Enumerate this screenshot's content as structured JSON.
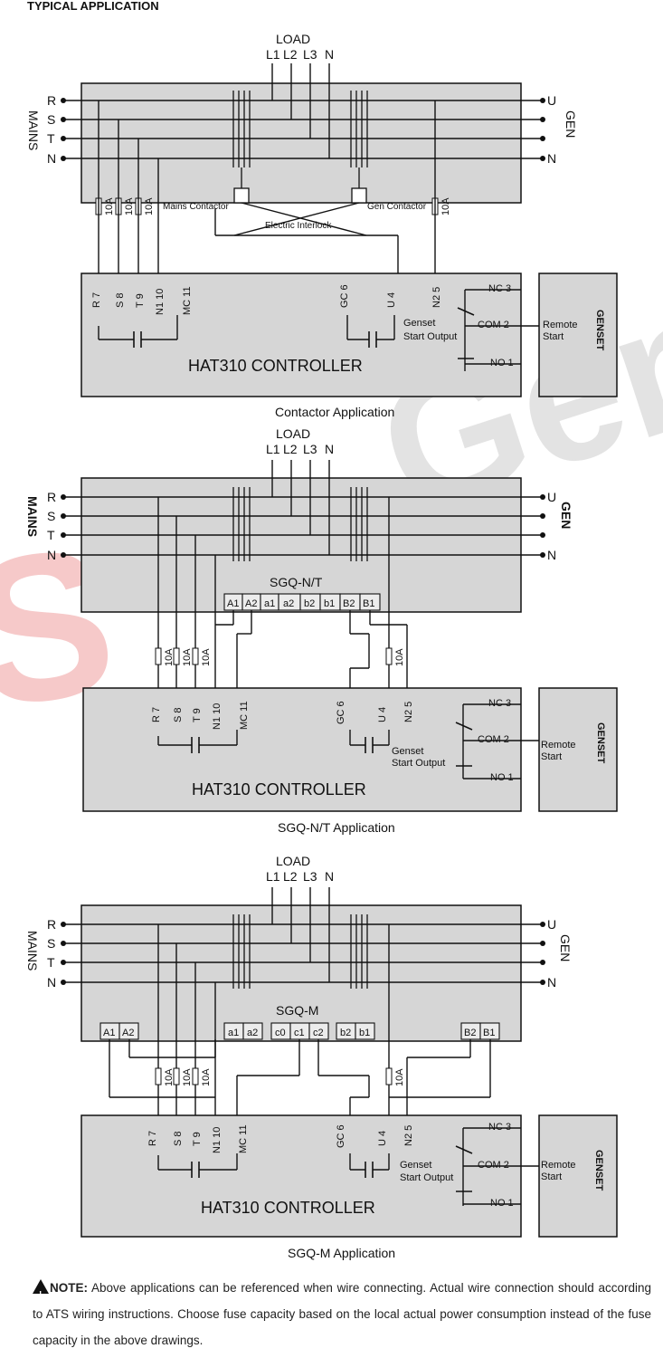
{
  "header": {
    "title": "TYPICAL APPLICATION"
  },
  "common": {
    "load": "LOAD",
    "load_phases": [
      "L1",
      "L2",
      "L3",
      "N"
    ],
    "mains_phases": [
      "R",
      "S",
      "T",
      "N"
    ],
    "gen_phases": [
      "U",
      "",
      "",
      "N"
    ],
    "mains": "MAINS",
    "gen": "GEN",
    "controller": "HAT310 CONTROLLER",
    "genset": "GENSET",
    "remote_start": [
      "Remote",
      "Start"
    ],
    "genset_start_output": [
      "Genset",
      "Start Output"
    ],
    "nc": "NC 3",
    "com": "COM 2",
    "no": "NO 1",
    "fuse": "10A",
    "terminals_mains": [
      "R 7",
      "S 8",
      "T 9",
      "N1 10",
      "MC 11"
    ],
    "terminals_gen": [
      "GC 6",
      "U 4",
      "N2 5"
    ]
  },
  "diagrams": [
    {
      "caption": "Contactor Application",
      "mains_contactor": "Mains Contactor",
      "gen_contactor": "Gen Contactor",
      "interlock": "Electric Interlock"
    },
    {
      "caption": "SGQ-N/T Application",
      "switch_name": "SGQ-N/T",
      "aux_terminals": [
        "A1",
        "A2",
        "a1",
        "a2",
        "b2",
        "b1",
        "B2",
        "B1"
      ]
    },
    {
      "caption": "SGQ-M Application",
      "switch_name": "SGQ-M",
      "aux_left": [
        "A1",
        "A2"
      ],
      "aux_mid": [
        "a1",
        "a2",
        "c0",
        "c1",
        "c2",
        "b2",
        "b1"
      ],
      "aux_right": [
        "B2",
        "B1"
      ]
    }
  ],
  "note": {
    "label": "NOTE:",
    "text": "Above applications can be referenced when wire connecting. Actual wire connection should according to ATS wiring instructions. Choose fuse capacity based on the local actual power consumption instead of the fuse capacity in the above drawings."
  },
  "watermark": "SmartGen",
  "colors": {
    "watermark_red": "#f4b5b5",
    "watermark_grey": "#d9d9d9",
    "panel": "#d6d6d6"
  }
}
